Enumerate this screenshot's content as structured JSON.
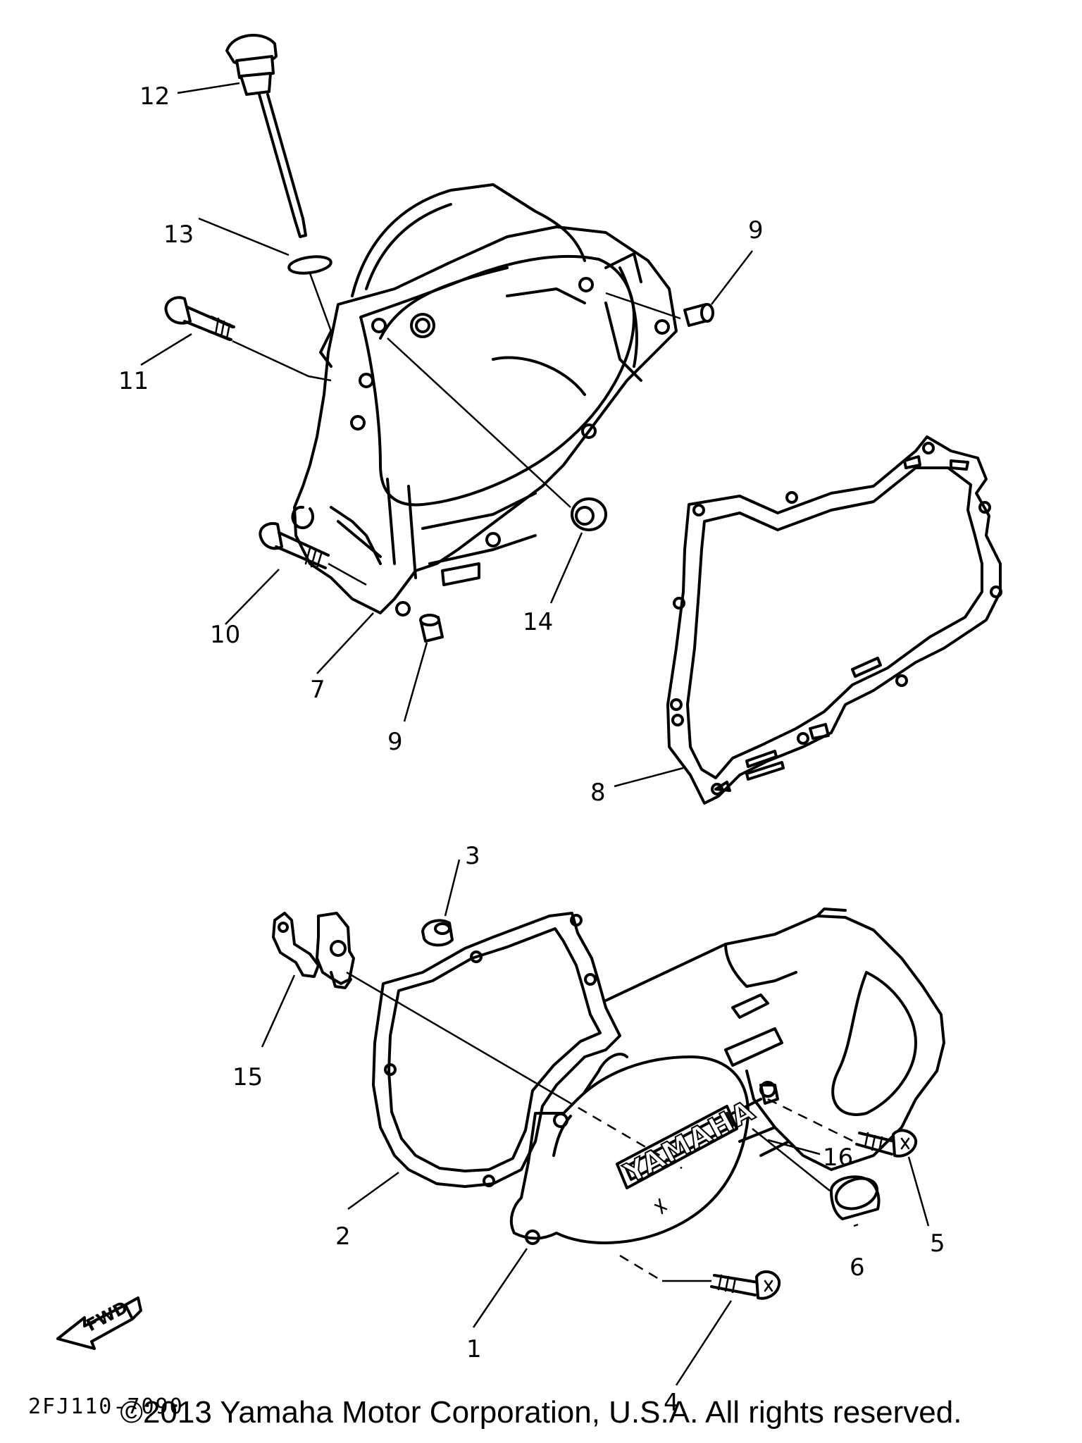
{
  "diagram": {
    "callouts": {
      "c1": "1",
      "c2": "2",
      "c3": "3",
      "c4": "4",
      "c5": "5",
      "c6": "6",
      "c7": "7",
      "c8": "8",
      "c9a": "9",
      "c9b": "9",
      "c10": "10",
      "c11": "11",
      "c12": "12",
      "c13": "13",
      "c14": "14",
      "c15": "15",
      "c16": "16"
    },
    "cover_brand": "YAMAHA",
    "fwd_label": "FWD",
    "drawing_code": "2FJ110-7090"
  },
  "copyright": "©2013 Yamaha Motor Corporation, U.S.A. All rights reserved."
}
